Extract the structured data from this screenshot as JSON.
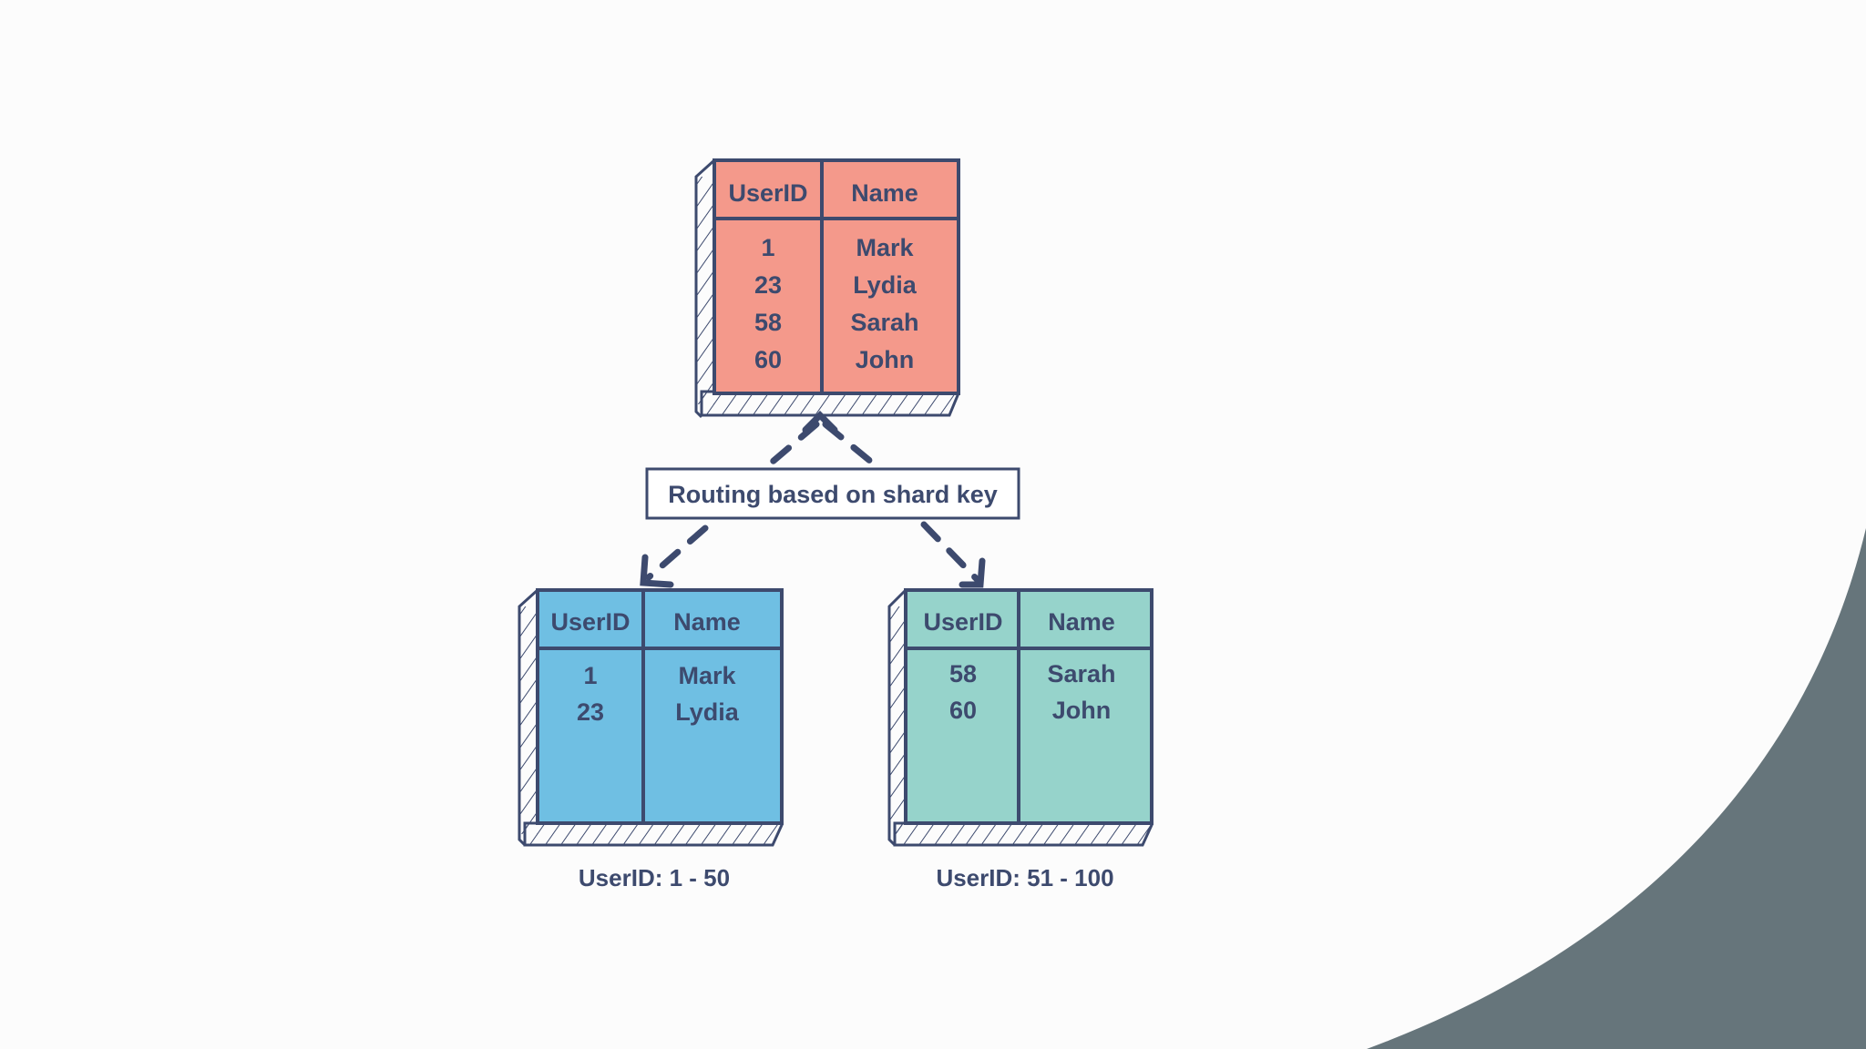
{
  "colors": {
    "background": "#fcfcfc",
    "ink": "#3d4a6e",
    "source_fill": "#f4998b",
    "shard1_fill": "#6fbfe3",
    "shard2_fill": "#96d3cb",
    "corner_shape": "#66757b"
  },
  "source_table": {
    "headers": [
      "UserID",
      "Name"
    ],
    "rows": [
      [
        "1",
        "Mark"
      ],
      [
        "23",
        "Lydia"
      ],
      [
        "58",
        "Sarah"
      ],
      [
        "60",
        "John"
      ]
    ]
  },
  "router_label": "Routing based on shard key",
  "shards": [
    {
      "headers": [
        "UserID",
        "Name"
      ],
      "rows": [
        [
          "1",
          "Mark"
        ],
        [
          "23",
          "Lydia"
        ]
      ],
      "caption": "UserID: 1 - 50"
    },
    {
      "headers": [
        "UserID",
        "Name"
      ],
      "rows": [
        [
          "58",
          "Sarah"
        ],
        [
          "60",
          "John"
        ]
      ],
      "caption": "UserID: 51 - 100"
    }
  ]
}
